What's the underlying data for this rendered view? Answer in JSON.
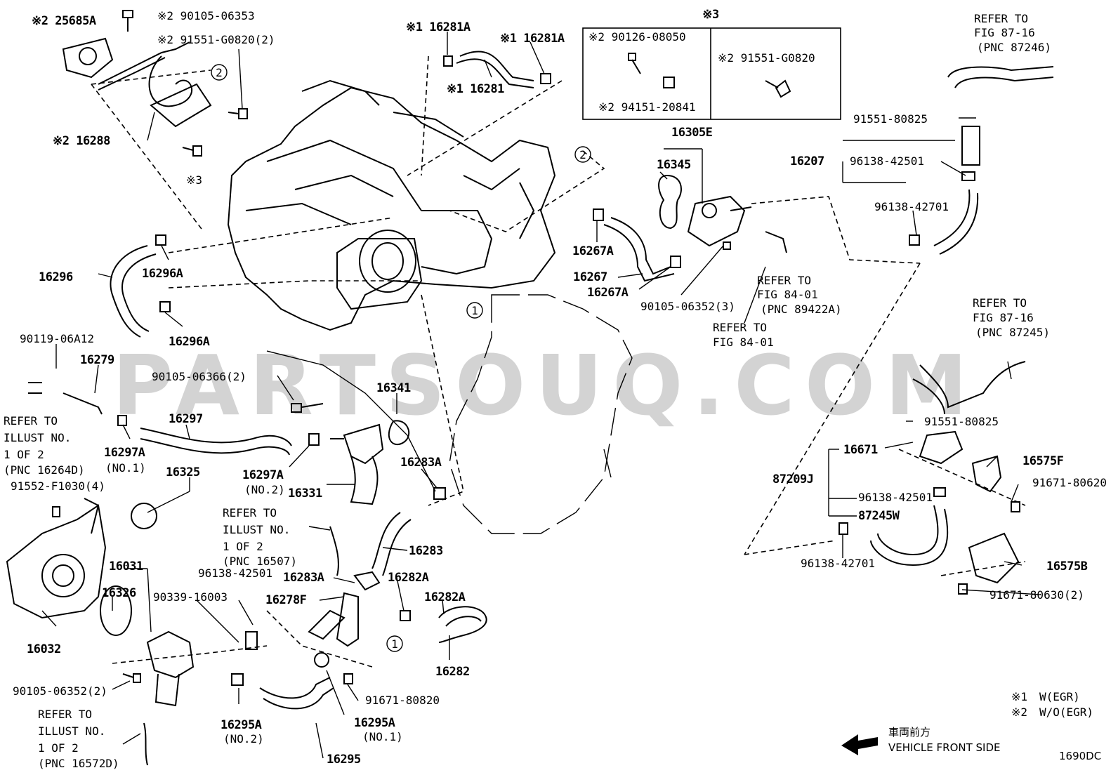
{
  "watermark": "PARTSOUQ.COM",
  "diagram_code": "1690DC",
  "front_marker": {
    "jp": "車両前方",
    "en": "VEHICLE FRONT SIDE"
  },
  "legend": [
    {
      "mark": "※1",
      "text": "W(EGR)"
    },
    {
      "mark": "※2",
      "text": "W/O(EGR)"
    }
  ],
  "inset": {
    "title": "※3"
  },
  "callouts": {
    "one": "1",
    "two": "2"
  },
  "labels": [
    {
      "id": "l1",
      "text": "※2 25685A"
    },
    {
      "id": "l2",
      "text": "※2 90105-06353"
    },
    {
      "id": "l3",
      "text": "※2 91551-G0820(2)"
    },
    {
      "id": "l4",
      "text": "※2 16288"
    },
    {
      "id": "l5",
      "text": "※3"
    },
    {
      "id": "l6",
      "text": "※1 16281A"
    },
    {
      "id": "l7",
      "text": "※1 16281A"
    },
    {
      "id": "l8",
      "text": "※1 16281"
    },
    {
      "id": "l9",
      "text": "※2 90126-08050"
    },
    {
      "id": "l10",
      "text": "※2 91551-G0820"
    },
    {
      "id": "l11",
      "text": "※2 94151-20841"
    },
    {
      "id": "l12",
      "text": "16305E"
    },
    {
      "id": "l13",
      "text": "16345"
    },
    {
      "id": "l14",
      "text": "16267A"
    },
    {
      "id": "l15",
      "text": "16267"
    },
    {
      "id": "l16",
      "text": "16267A"
    },
    {
      "id": "l17",
      "text": "90105-06352(3)"
    },
    {
      "id": "l18",
      "text": "REFER TO"
    },
    {
      "id": "l19",
      "text": "FIG 84-01"
    },
    {
      "id": "l20",
      "text": "(PNC 89422A)"
    },
    {
      "id": "l21",
      "text": "REFER TO"
    },
    {
      "id": "l22",
      "text": "FIG 84-01"
    },
    {
      "id": "l23",
      "text": "REFER TO"
    },
    {
      "id": "l24",
      "text": "FIG 87-16"
    },
    {
      "id": "l25",
      "text": "(PNC 87246)"
    },
    {
      "id": "l26",
      "text": "91551-80825"
    },
    {
      "id": "l27",
      "text": "16207"
    },
    {
      "id": "l28",
      "text": "96138-42501"
    },
    {
      "id": "l29",
      "text": "96138-42701"
    },
    {
      "id": "l30",
      "text": "16296"
    },
    {
      "id": "l31",
      "text": "16296A"
    },
    {
      "id": "l32",
      "text": "16296A"
    },
    {
      "id": "l33",
      "text": "90119-06A12"
    },
    {
      "id": "l34",
      "text": "16279"
    },
    {
      "id": "l35",
      "text": "REFER TO"
    },
    {
      "id": "l36",
      "text": "ILLUST NO."
    },
    {
      "id": "l37",
      "text": "1 OF 2"
    },
    {
      "id": "l38",
      "text": "(PNC 16264D)"
    },
    {
      "id": "l39",
      "text": "16297A"
    },
    {
      "id": "l40",
      "text": "(NO.1)"
    },
    {
      "id": "l41",
      "text": "91552-F1030(4)"
    },
    {
      "id": "l42",
      "text": "16297"
    },
    {
      "id": "l43",
      "text": "90105-06366(2)"
    },
    {
      "id": "l44",
      "text": "16341"
    },
    {
      "id": "l45",
      "text": "16325"
    },
    {
      "id": "l46",
      "text": "16297A"
    },
    {
      "id": "l47",
      "text": "(NO.2)"
    },
    {
      "id": "l48",
      "text": "16331"
    },
    {
      "id": "l49",
      "text": "16283A"
    },
    {
      "id": "l50",
      "text": "REFER TO"
    },
    {
      "id": "l51",
      "text": "ILLUST NO."
    },
    {
      "id": "l52",
      "text": "1 OF 2"
    },
    {
      "id": "l53",
      "text": "(PNC 16507)"
    },
    {
      "id": "l54",
      "text": "16283"
    },
    {
      "id": "l55",
      "text": "16031"
    },
    {
      "id": "l56",
      "text": "16326"
    },
    {
      "id": "l57",
      "text": "90339-16003"
    },
    {
      "id": "l58",
      "text": "96138-42501"
    },
    {
      "id": "l59",
      "text": "16283A"
    },
    {
      "id": "l60",
      "text": "16282A"
    },
    {
      "id": "l61",
      "text": "16278F"
    },
    {
      "id": "l62",
      "text": "16282A"
    },
    {
      "id": "l63",
      "text": "16282"
    },
    {
      "id": "l64",
      "text": "16032"
    },
    {
      "id": "l65",
      "text": "90105-06352(2)"
    },
    {
      "id": "l66",
      "text": "91671-80820"
    },
    {
      "id": "l67",
      "text": "16295A"
    },
    {
      "id": "l68",
      "text": "(NO.1)"
    },
    {
      "id": "l69",
      "text": "16295A"
    },
    {
      "id": "l70",
      "text": "(NO.2)"
    },
    {
      "id": "l71",
      "text": "16295"
    },
    {
      "id": "l72",
      "text": "REFER TO"
    },
    {
      "id": "l73",
      "text": "ILLUST NO."
    },
    {
      "id": "l74",
      "text": "1 OF 2"
    },
    {
      "id": "l75",
      "text": "(PNC 16572D)"
    },
    {
      "id": "l76",
      "text": "REFER TO"
    },
    {
      "id": "l77",
      "text": "FIG 87-16"
    },
    {
      "id": "l78",
      "text": "(PNC 87245)"
    },
    {
      "id": "l79",
      "text": "91551-80825"
    },
    {
      "id": "l80",
      "text": "16671"
    },
    {
      "id": "l81",
      "text": "16575F"
    },
    {
      "id": "l82",
      "text": "87209J"
    },
    {
      "id": "l83",
      "text": "91671-80620"
    },
    {
      "id": "l84",
      "text": "96138-42501"
    },
    {
      "id": "l85",
      "text": "87245W"
    },
    {
      "id": "l86",
      "text": "96138-42701"
    },
    {
      "id": "l87",
      "text": "16575B"
    },
    {
      "id": "l88",
      "text": "91671-80630(2)"
    }
  ]
}
